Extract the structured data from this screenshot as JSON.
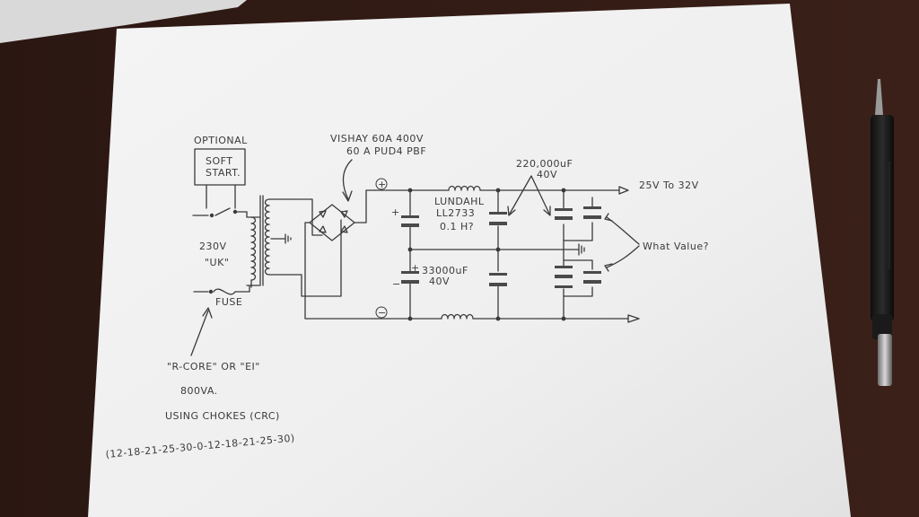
{
  "note": {
    "optional_label": "OPTIONAL",
    "soft_start_line1": "SOFT",
    "soft_start_line2": "START.",
    "vishay_line1": "VISHAY 60A 400V",
    "vishay_line2": "60 A PUD4 PBF",
    "plus_label": "+",
    "minus_label": "−",
    "cap_plus": "+",
    "cap_minus": "−",
    "voltage_230": "230V",
    "uk_label": "\"UK\"",
    "fuse_label": "FUSE",
    "lundahl_line1": "LUNDAHL",
    "lundahl_line2": "LL2733",
    "lundahl_line3": "0.1 H?",
    "cap_220k_line1": "220,000uF",
    "cap_220k_line2": "40V",
    "cap_33k_line1": "33000uF",
    "cap_33k_line2": "40V",
    "output_voltage": "25V  To  32V",
    "what_value": "What Value?",
    "core_label": "\"R-CORE\" OR \"EI\"",
    "va_label": "800VA.",
    "chokes_label": "USING CHOKES (CRC)",
    "taps_label": "(12-18-21-25-30-0-12-18-21-25-30)"
  },
  "colors": {
    "paper": "#f1f1f1",
    "ink": "#3a3a3a",
    "desk": "#2a1814"
  },
  "objects": {
    "pen": "mechanical-pencil",
    "top_left": "white-binder-corner"
  }
}
